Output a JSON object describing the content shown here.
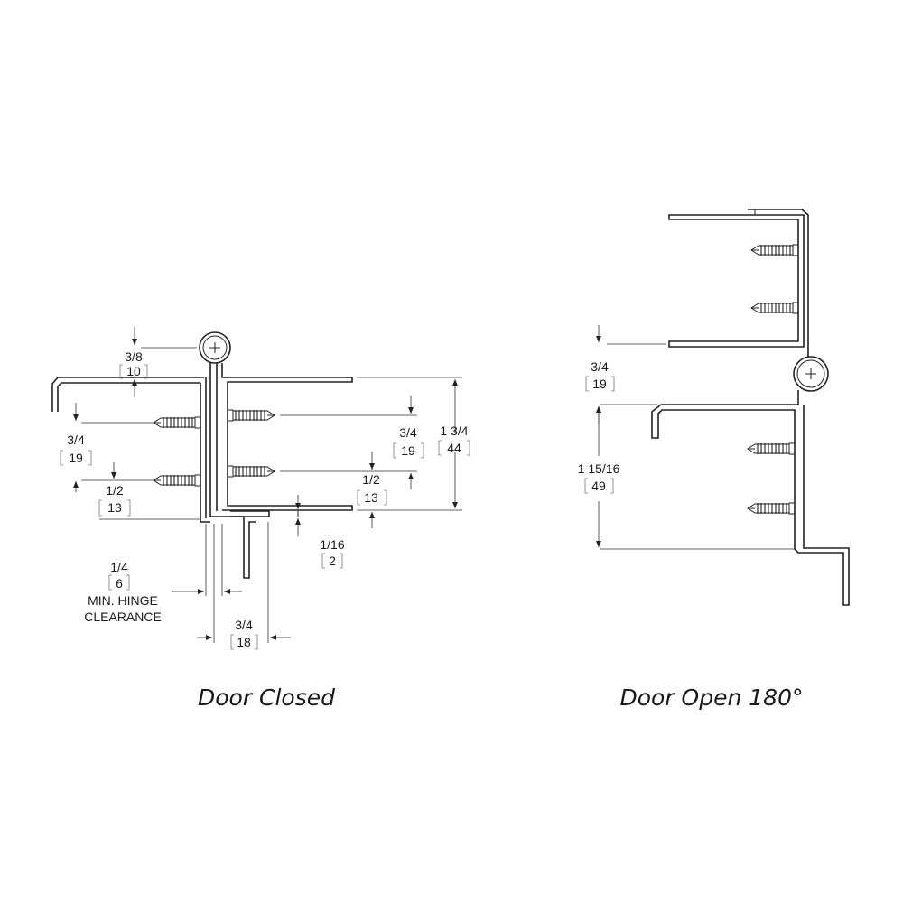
{
  "views": {
    "closed": {
      "caption": "Door Closed",
      "dims": {
        "pin_offset": {
          "inch": "3/8",
          "mm": "10"
        },
        "screw_spacing_left": {
          "inch": "3/4",
          "mm": "19"
        },
        "edge_to_screw_left": {
          "inch": "1/2",
          "mm": "13"
        },
        "screw_spacing_right": {
          "inch": "3/4",
          "mm": "19"
        },
        "door_thickness": {
          "inch": "1 3/4",
          "mm": "44"
        },
        "edge_to_screw_right": {
          "inch": "1/2",
          "mm": "13"
        },
        "gap": {
          "inch": "1/16",
          "mm": "2"
        },
        "min_clearance": {
          "inch": "1/4",
          "mm": "6",
          "label_line1": "MIN. HINGE",
          "label_line2": "CLEARANCE"
        },
        "leaf_width": {
          "inch": "3/4",
          "mm": "18"
        }
      }
    },
    "open": {
      "caption": "Door Open 180°",
      "dims": {
        "pin_to_leaf": {
          "inch": "3/4",
          "mm": "19"
        },
        "leaf_depth": {
          "inch": "1 15/16",
          "mm": "49"
        }
      }
    }
  }
}
